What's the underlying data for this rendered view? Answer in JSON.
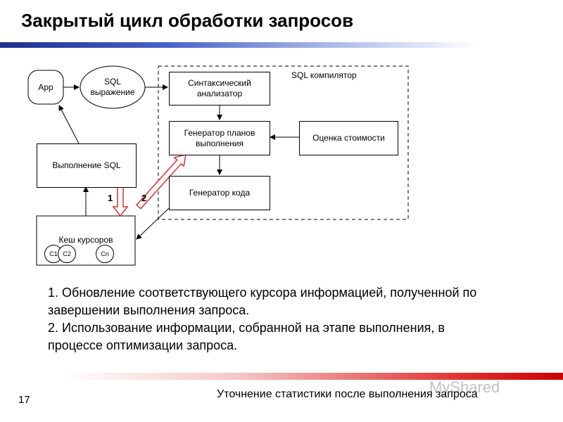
{
  "title": "Закрытый цикл обработки запросов",
  "diagram": {
    "app": "App",
    "sql_expr_line1": "SQL",
    "sql_expr_line2": "выражение",
    "sql_compiler": "SQL компилятор",
    "parser_line1": "Синтаксический",
    "parser_line2": "анализатор",
    "plangen_line1": "Генератор планов",
    "plangen_line2": "выполнения",
    "codegen": "Генератор кода",
    "cost": "Оценка стоимости",
    "exec": "Выполнение SQL",
    "cache": "Кеш курсоров",
    "cursors": [
      "C1",
      "C2",
      "Cn"
    ],
    "arrow1": "1",
    "arrow2": "2"
  },
  "description": {
    "item1": "1. Обновление соответствующего курсора информацией, полученной по завершении выполнения запроса.",
    "item2": "2. Использование информации, собранной на этапе выполнения, в процессе оптимизации запроса."
  },
  "footer": {
    "page_number": "17",
    "subtitle": "Уточнение статистики после выполнения запроса",
    "watermark": "MyShared"
  }
}
